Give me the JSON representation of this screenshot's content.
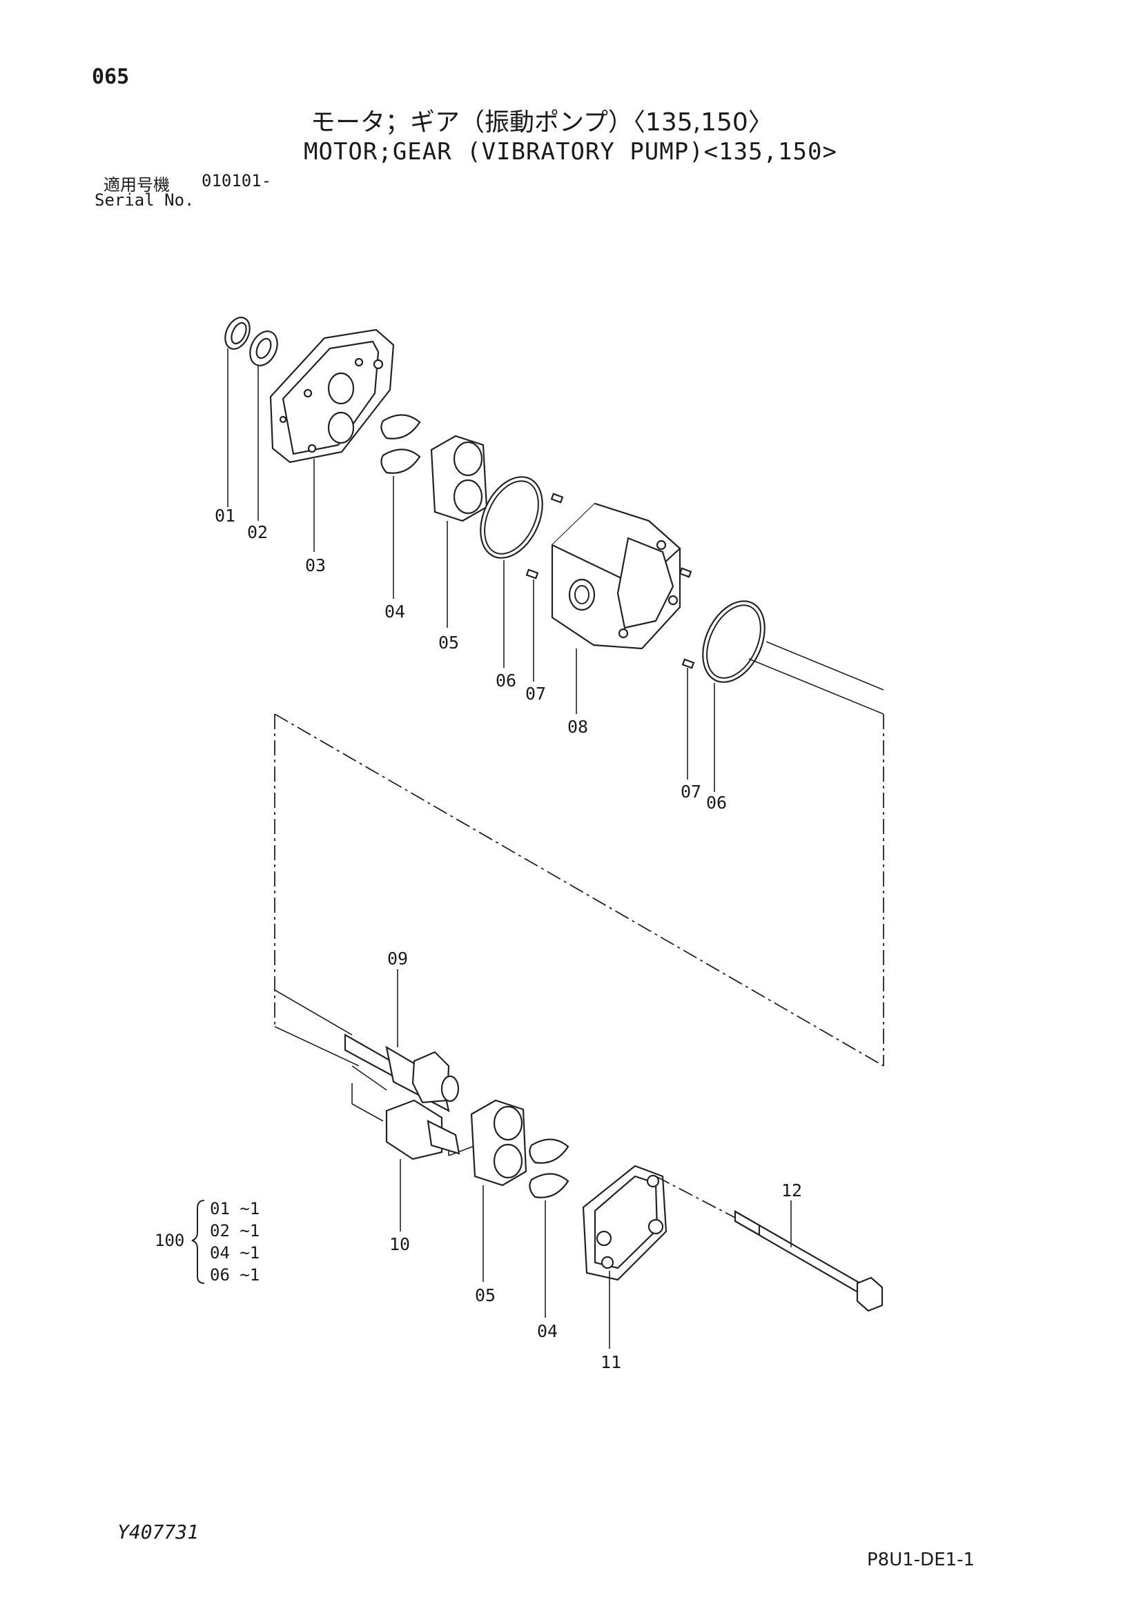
{
  "page_number": "065",
  "title_jp": "モータ；ギア（振動ポンプ）〈135,150〉",
  "title_en": "MOTOR;GEAR (VIBRATORY PUMP)<135,150>",
  "serial": {
    "label_jp": "適用号機",
    "value": "010101-",
    "label_en": "Serial No."
  },
  "callouts": [
    "01",
    "02",
    "03",
    "04",
    "05",
    "06",
    "07",
    "08",
    "07",
    "06",
    "09",
    "10",
    "05",
    "04",
    "11",
    "12"
  ],
  "kit": {
    "number": "100",
    "items": [
      "01 ~1",
      "02 ~1",
      "04 ~1",
      "06 ~1"
    ]
  },
  "doc_code": "Y407731",
  "sheet_code": "P8U1-DE1-1"
}
